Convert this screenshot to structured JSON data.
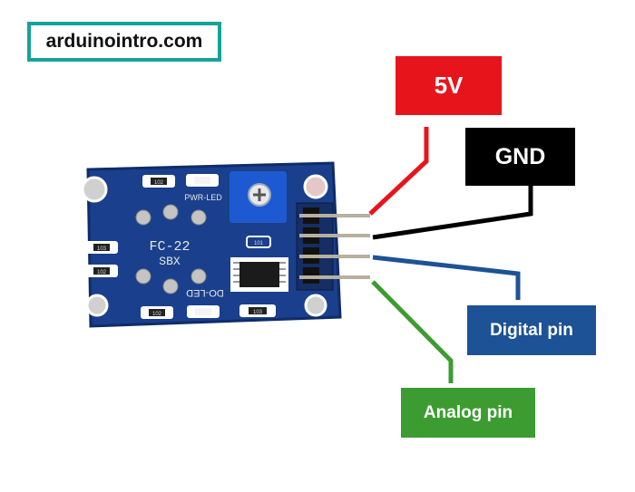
{
  "site": {
    "text": "arduinointro.com"
  },
  "board": {
    "model": "FC-22",
    "maker": "SBX",
    "pwr_led": "PWR-LED",
    "do_led": "DO-LED",
    "resistor_a": "102",
    "resistor_b": "103",
    "resistor_c": "102",
    "resistor_d": "102",
    "resistor_e": "103",
    "capacitor": "101"
  },
  "pins": [
    {
      "key": "vcc",
      "label": "5V",
      "color": "#e8141c"
    },
    {
      "key": "gnd",
      "label": "GND",
      "color": "#000000"
    },
    {
      "key": "digital",
      "label": "Digital pin",
      "color": "#1d5296"
    },
    {
      "key": "analog",
      "label": "Analog pin",
      "color": "#3d9c31"
    }
  ]
}
